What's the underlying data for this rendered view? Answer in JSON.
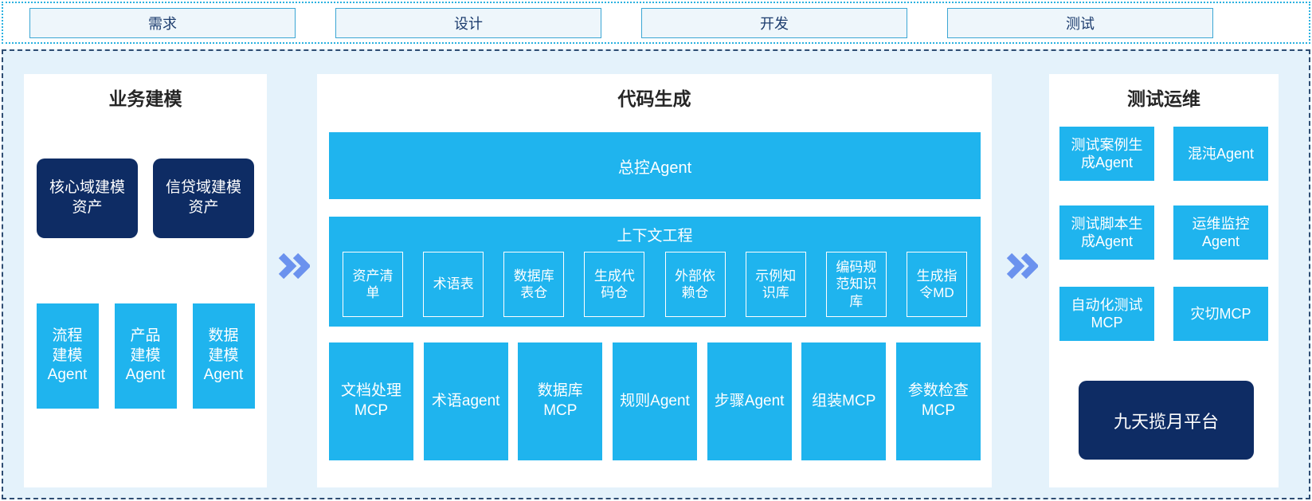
{
  "phases": [
    "需求",
    "设计",
    "开发",
    "测试"
  ],
  "left_panel": {
    "title": "业务建模",
    "domain_assets": [
      "核心域建模资产",
      "信贷域建模资产"
    ],
    "agents": [
      "流程建模Agent",
      "产品建模Agent",
      "数据建模Agent"
    ]
  },
  "middle_panel": {
    "title": "代码生成",
    "master_agent": "总控Agent",
    "context_engineering": {
      "title": "上下文工程",
      "items": [
        "资产清单",
        "术语表",
        "数据库表仓",
        "生成代码仓",
        "外部依赖仓",
        "示例知识库",
        "编码规范知识库",
        "生成指令MD"
      ]
    },
    "mcp_agents": [
      "文档处理MCP",
      "术语agent",
      "数据库MCP",
      "规则Agent",
      "步骤Agent",
      "组装MCP",
      "参数检查MCP"
    ]
  },
  "right_panel": {
    "title": "测试运维",
    "boxes": [
      "测试案例生成Agent",
      "混沌Agent",
      "测试脚本生成Agent",
      "运维监控Agent",
      "自动化测试MCP",
      "灾切MCP"
    ],
    "platform": "九天揽月平台"
  },
  "colors": {
    "cyan_box": "#1fb4ee",
    "navy_box": "#0e2c64",
    "container_bg": "#e4f2fb",
    "arrow_blue": "#6b92ee",
    "phase_border": "#3ba6d4",
    "dashed_border": "#2e4d73"
  }
}
